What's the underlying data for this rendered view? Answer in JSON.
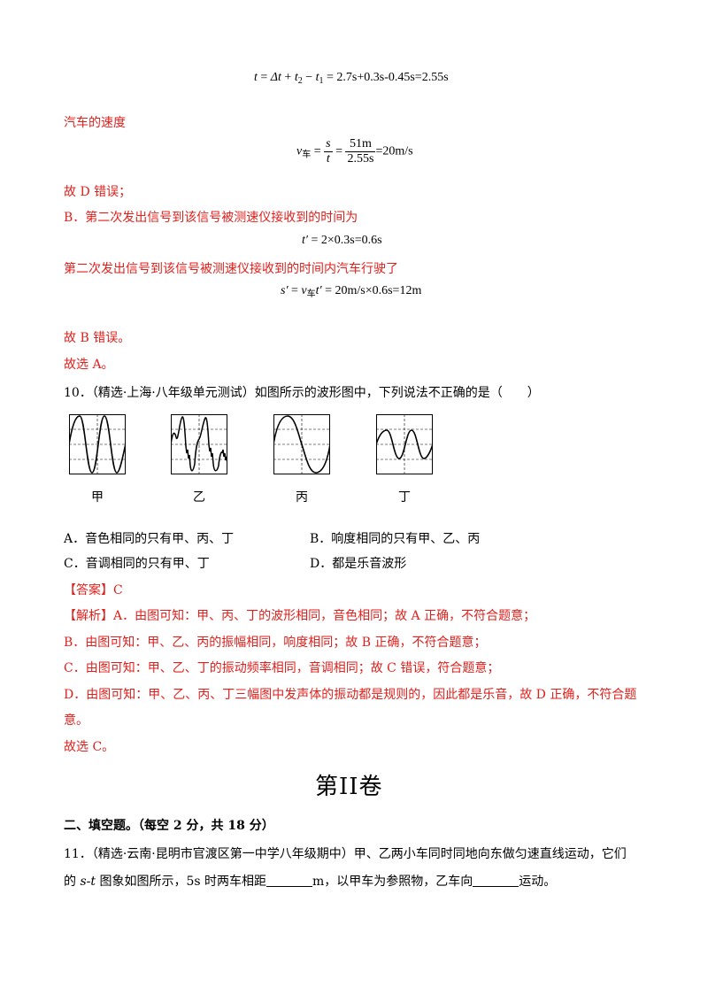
{
  "formula_t": {
    "lhs": "t",
    "eq1": "=",
    "delta_t": "Δt",
    "plus": "+",
    "t2": "t",
    "t2_sub": "2",
    "minus": "−",
    "t1": "t",
    "t1_sub": "1",
    "rhs": "= 2.7s+0.3s-0.45s=2.55s"
  },
  "car_speed_label": "汽车的速度",
  "formula_v": {
    "v": "v",
    "v_sub": "车",
    "eq": "=",
    "s_num": "s",
    "s_den": "t",
    "eq2": "=",
    "num": "51m",
    "den": "2.55s",
    "result": "=20m/s"
  },
  "d_wrong": "故 D 错误；",
  "b_line": "B．第二次发出信号到该信号被测速仪接收到的时间为",
  "formula_tp": {
    "lhs": "t′",
    "rhs": " = 2×0.3s=0.6s"
  },
  "b_line2": "第二次发出信号到该信号被测速仪接收到的时间内汽车行驶了",
  "formula_sp": {
    "s": "s′",
    "eq": " = ",
    "v": "v",
    "v_sub": "车",
    "t": "t′",
    "rhs": " = 20m/s×0.6s=12m"
  },
  "b_wrong": "故 B 错误。",
  "choose_a": "故选 A。",
  "q10": {
    "text": "10．（精选·上海·八年级单元测试）如图所示的波形图中，下列说法不正确的是（　　）",
    "labels": [
      "甲",
      "乙",
      "丙",
      "丁"
    ],
    "option_a": "A．音色相同的只有甲、丙、丁",
    "option_b": "B．响度相同的只有甲、乙、丙",
    "option_c": "C．音调相同的只有甲、丁",
    "option_d": "D．都是乐音波形",
    "answer": "【答案】C",
    "analysis_a": "【解析】A．由图可知：甲、丙、丁的波形相同，音色相同；故 A 正确，不符合题意；",
    "analysis_b": "B．由图可知：甲、乙、丙的振幅相同，响度相同；故 B 正确，不符合题意；",
    "analysis_c": "C．由图可知：甲、乙、丁的振动频率相同，音调相同；故 C 错误，符合题意；",
    "analysis_d1": "D．由图可知：甲、乙、丙、丁三幅图中发声体的振动都是规则的，因此都是乐音，故 D 正确，不符合题",
    "analysis_d2": "意。",
    "choose": "故选 C。"
  },
  "section_title": "第II卷",
  "part2_heading": "二、填空题。（每空 2 分，共 18 分）",
  "q11": {
    "line1": "11．（精选·云南·昆明市官渡区第一中学八年级期中）甲、乙两小车同时同地向东做匀速直线运动，它们",
    "line2_a": "的 ",
    "line2_st": "s-t",
    "line2_b": " 图象如图所示，5s 时两车相距",
    "line2_c": "m，以甲车为参照物，乙车向",
    "line2_d": "运动。"
  }
}
